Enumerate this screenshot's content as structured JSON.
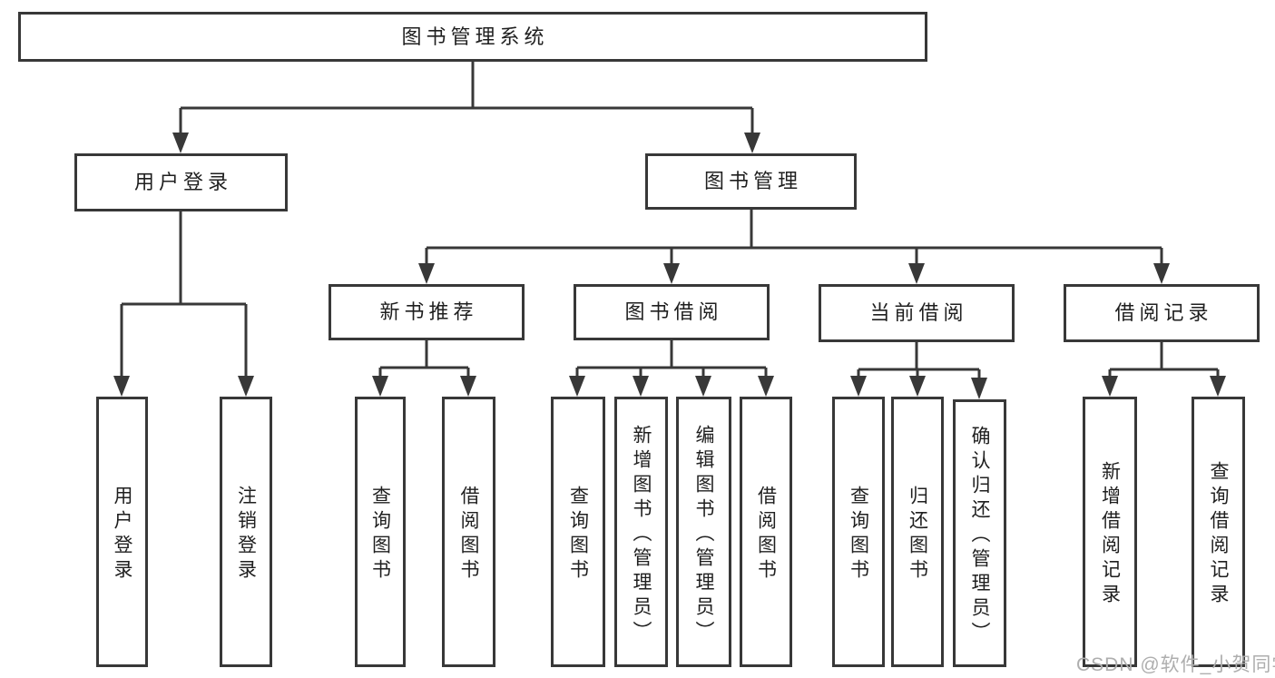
{
  "diagram_title": "图书管理系统",
  "nodes": {
    "root": {
      "label": "图书管理系统"
    },
    "user_login": {
      "label": "用户登录"
    },
    "book_mgmt": {
      "label": "图书管理"
    },
    "new_book_rec": {
      "label": "新书推荐"
    },
    "book_borrow": {
      "label": "图书借阅"
    },
    "current_borrow": {
      "label": "当前借阅"
    },
    "borrow_records": {
      "label": "借阅记录"
    },
    "leaf_user_login": {
      "label": "用户登录"
    },
    "leaf_logout": {
      "label": "注销登录"
    },
    "leaf_query_book_1": {
      "label": "查询图书"
    },
    "leaf_borrow_book_1": {
      "label": "借阅图书"
    },
    "leaf_query_book_2": {
      "label": "查询图书"
    },
    "leaf_add_book": {
      "label": "新增图书（管理员）"
    },
    "leaf_edit_book": {
      "label": "编辑图书（管理员）"
    },
    "leaf_borrow_book_2": {
      "label": "借阅图书"
    },
    "leaf_query_book_3": {
      "label": "查询图书"
    },
    "leaf_return_book": {
      "label": "归还图书"
    },
    "leaf_confirm_return": {
      "label": "确认归还（管理员）"
    },
    "leaf_add_record": {
      "label": "新增借阅记录"
    },
    "leaf_query_record": {
      "label": "查询借阅记录"
    }
  },
  "watermark": {
    "text": "CSDN @软件_小贺同学"
  },
  "colors": {
    "line": "#383838",
    "box_border": "#383838",
    "text": "#1f1f1f",
    "watermark": "#aeaeae",
    "background": "#ffffff"
  }
}
